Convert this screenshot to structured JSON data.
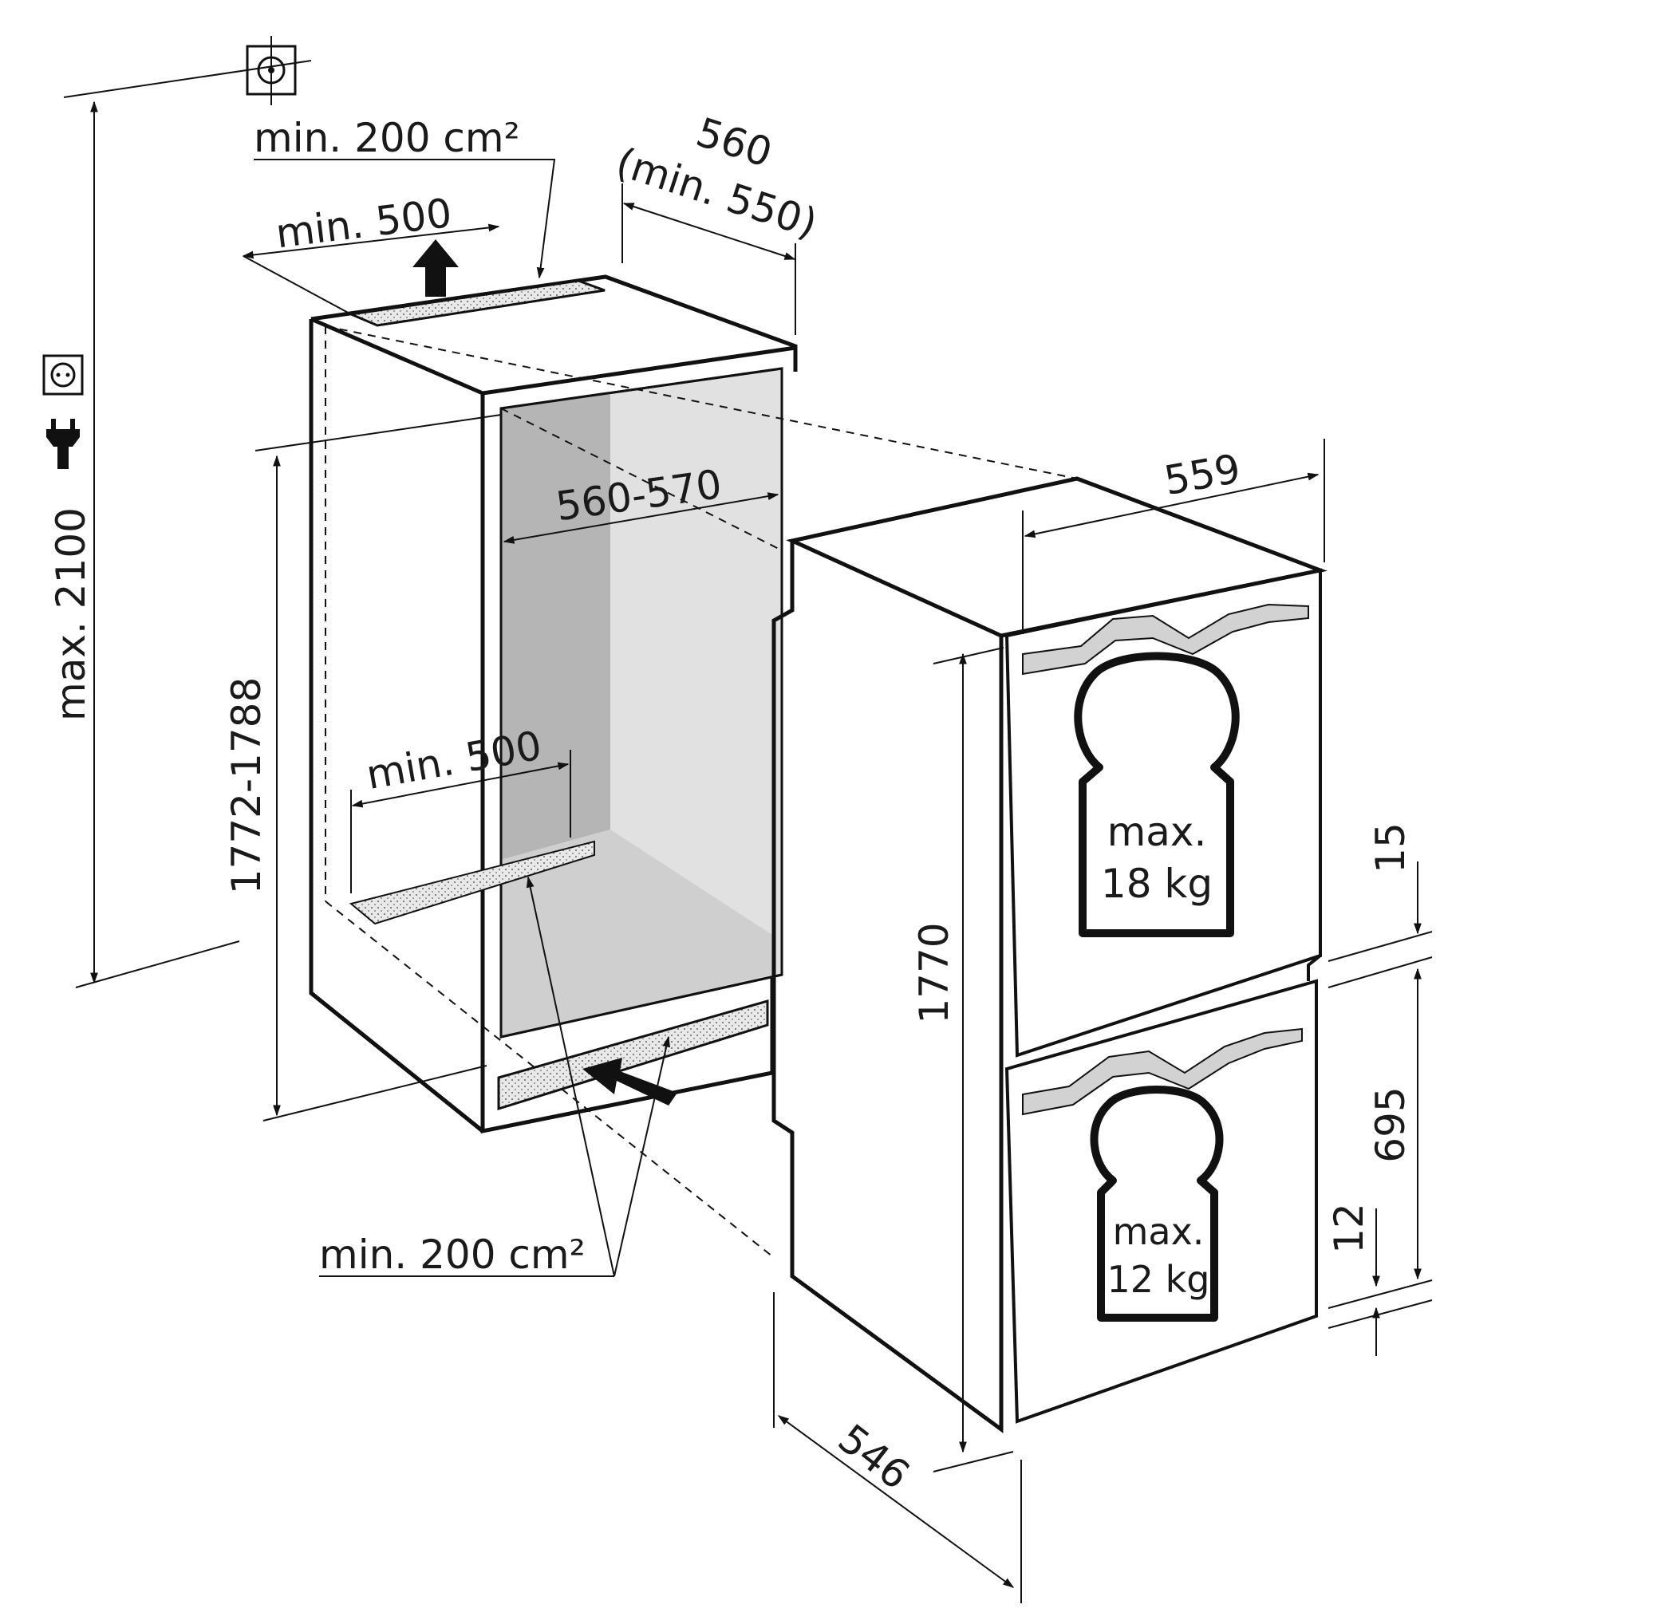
{
  "colors": {
    "stroke": "#111111",
    "niche_back_wall": "#e1e1e1",
    "niche_side_wall": "#b5b5b5",
    "niche_floor": "#cfcfcf",
    "vent_fill": "#e6e6e6",
    "handle_fill": "#d2d2d2"
  },
  "icons": {
    "ceiling_outlet": "ceiling-connection-icon",
    "wall_socket": "socket-icon",
    "plug": "plug-icon",
    "weight_upper": "weight-icon",
    "weight_lower": "weight-icon",
    "vent_out_arrow": "arrow-up-icon",
    "vent_in_arrow": "arrow-in-icon"
  },
  "labels": {
    "vent_top_area": "min. 200 cm²",
    "vent_top_width": "min. 500",
    "niche_depth": "560",
    "niche_depth_min": "(min. 550)",
    "max_height": "max. 2100",
    "niche_width": "560-570",
    "niche_height": "1772-1788",
    "vent_bottom_width": "min. 500",
    "vent_bottom_area": "min. 200 cm²",
    "appliance_width": "559",
    "appliance_height": "1770",
    "appliance_depth": "546",
    "gap_top": "15",
    "door_lower_height": "695",
    "gap_bottom": "12",
    "upper_load_1": "max.",
    "upper_load_2": "18 kg",
    "lower_load_1": "max.",
    "lower_load_2": "12 kg"
  }
}
